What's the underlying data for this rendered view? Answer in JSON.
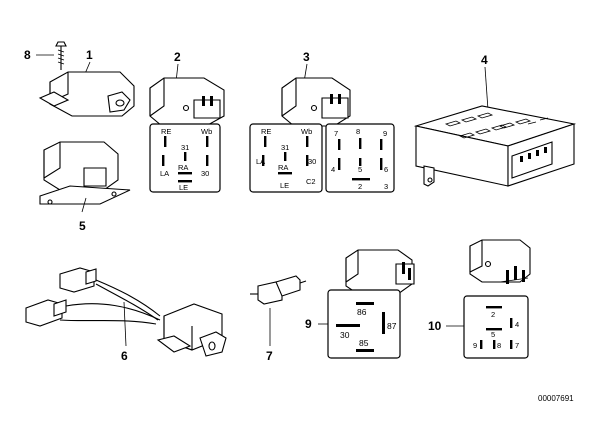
{
  "callouts": {
    "c1": "1",
    "c2": "2",
    "c3": "3",
    "c4": "4",
    "c5": "5",
    "c6": "6",
    "c7": "7",
    "c8": "8",
    "c9": "9",
    "c10": "10"
  },
  "pins_a": {
    "re": "RE",
    "wb": "Wb",
    "p31": "31",
    "la": "LA",
    "ra": "RA",
    "p30": "30",
    "le": "LE"
  },
  "pins_b": {
    "re": "RE",
    "wb": "Wb",
    "p31": "31",
    "la": "LA",
    "ra": "RA",
    "p30": "30",
    "le": "LE",
    "c2": "C2"
  },
  "pins_c": {
    "p7": "7",
    "p8": "8",
    "p9": "9",
    "p4": "4",
    "p5": "5",
    "p6": "6",
    "p2": "2",
    "p3": "3"
  },
  "pins_d": {
    "p86": "86",
    "p87": "87",
    "p30": "30",
    "p85": "85"
  },
  "pins_e": {
    "p2": "2",
    "p4": "4",
    "p5": "5",
    "p9": "9",
    "p8": "8",
    "p7": "7"
  },
  "reference": "00007691"
}
